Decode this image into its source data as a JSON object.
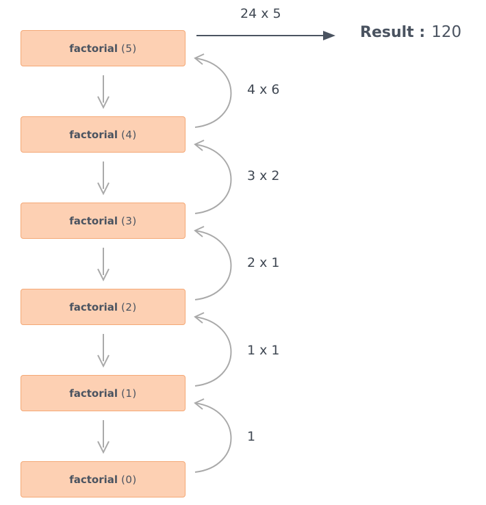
{
  "calls": [
    {
      "name": "factorial",
      "arg": "(5)"
    },
    {
      "name": "factorial",
      "arg": "(4)"
    },
    {
      "name": "factorial",
      "arg": "(3)"
    },
    {
      "name": "factorial",
      "arg": "(2)"
    },
    {
      "name": "factorial",
      "arg": "(1)"
    },
    {
      "name": "factorial",
      "arg": "(0)"
    }
  ],
  "returns": [
    "4 x 6",
    "3 x 2",
    "2 x 1",
    "1 x 1",
    "1"
  ],
  "final_step": "24 x 5",
  "result": {
    "label": "Result :",
    "value": "120"
  },
  "colors": {
    "box_fill": "#fdd0b3",
    "box_border": "#f4a774",
    "arrow_gray": "#a9a9a9",
    "result_arrow": "#4a5360",
    "text": "#4a5360"
  }
}
